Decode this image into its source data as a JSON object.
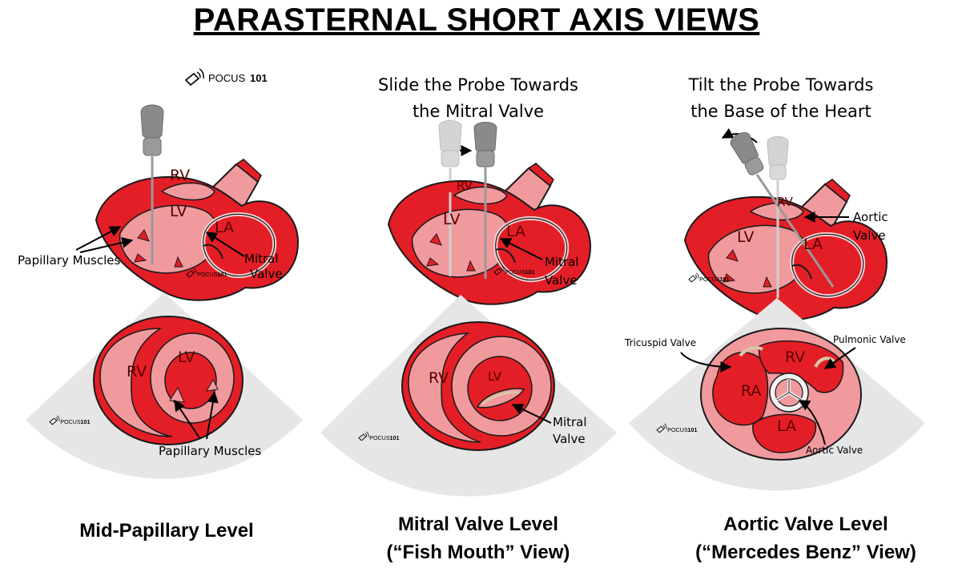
{
  "title": "PARASTERNAL SHORT AXIS VIEWS",
  "logo": {
    "text": "POCUS",
    "number": "101"
  },
  "colors": {
    "myocardium": "#e41e26",
    "chamber": "#f19a9e",
    "outline": "#1a1a1a",
    "probe": "#8a8a8a",
    "probe_faded": "#cfcfcf",
    "sector": "#e6e6e6"
  },
  "panels": [
    {
      "instruction": [],
      "heart_labels": {
        "rv": "RV",
        "lv": "LV",
        "la": "LA"
      },
      "annotations": {
        "papillary": "Papillary Muscles",
        "mitral_1": "Mitral",
        "mitral_2": "Valve"
      },
      "view_labels": {
        "rv": "RV",
        "lv": "LV"
      },
      "view_annotation": "Papillary Muscles",
      "caption": [
        "Mid-Papillary Level"
      ]
    },
    {
      "instruction": [
        "Slide the Probe Towards",
        "the Mitral Valve"
      ],
      "heart_labels": {
        "rv": "RV",
        "lv": "LV",
        "la": "LA"
      },
      "annotations": {
        "mitral_1": "Mitral",
        "mitral_2": "Valve"
      },
      "view_labels": {
        "rv": "RV",
        "lv": "LV"
      },
      "view_annotation": [
        "Mitral",
        "Valve"
      ],
      "caption": [
        "Mitral Valve Level",
        "(“Fish Mouth” View)"
      ]
    },
    {
      "instruction": [
        "Tilt the Probe Towards",
        "the Base of the Heart"
      ],
      "heart_labels": {
        "rv": "RV",
        "lv": "LV",
        "la": "LA"
      },
      "annotations": {
        "aortic_1": "Aortic",
        "aortic_2": "Valve"
      },
      "view_labels": {
        "ra": "RA",
        "rv": "RV",
        "la": "LA"
      },
      "view_annotations": {
        "tricuspid": "Tricuspid Valve",
        "pulmonic": "Pulmonic Valve",
        "aortic": "Aortic Valve"
      },
      "caption": [
        "Aortic Valve Level",
        "(“Mercedes Benz” View)"
      ]
    }
  ]
}
